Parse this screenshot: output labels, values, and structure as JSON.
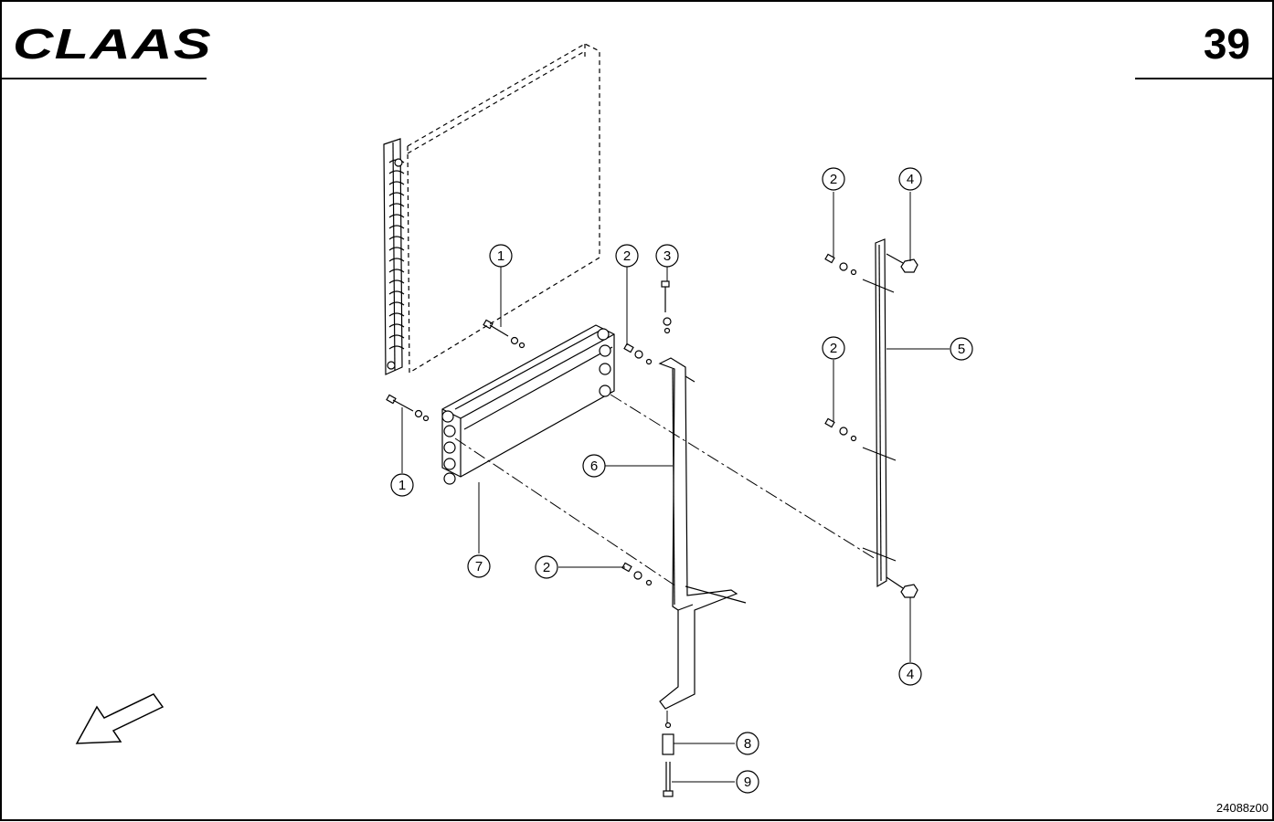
{
  "header": {
    "logo": "CLAAS",
    "page_number": "39"
  },
  "drawing_ref": "24088z00",
  "callouts": [
    {
      "label": "1"
    },
    {
      "label": "1"
    },
    {
      "label": "2"
    },
    {
      "label": "2"
    },
    {
      "label": "2"
    },
    {
      "label": "2"
    },
    {
      "label": "3"
    },
    {
      "label": "4"
    },
    {
      "label": "4"
    },
    {
      "label": "5"
    },
    {
      "label": "6"
    },
    {
      "label": "7"
    },
    {
      "label": "8"
    },
    {
      "label": "9"
    }
  ],
  "icons": {
    "direction_arrow": "arrow-down-left-icon"
  }
}
